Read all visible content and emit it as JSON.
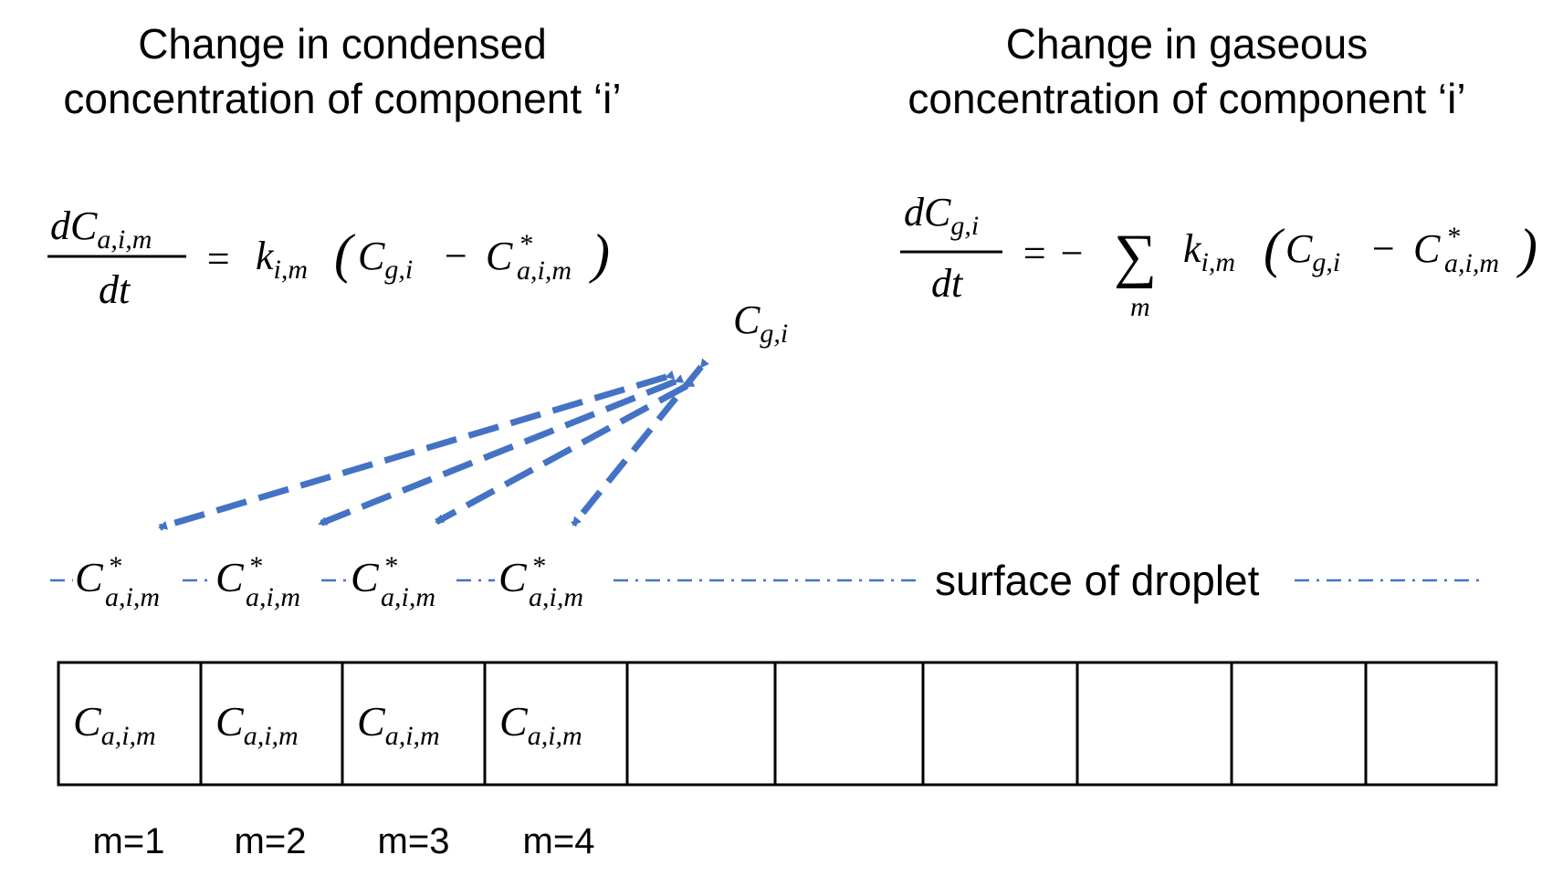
{
  "headings": {
    "left": {
      "line1": "Change in condensed",
      "line2": "concentration of component ‘i’"
    },
    "right": {
      "line1": "Change in gaseous",
      "line2": "concentration of component ‘i’"
    }
  },
  "equations": {
    "condensed": {
      "numerator": "dC",
      "numerator_sub": "a,i,m",
      "denominator": "dt",
      "equals": "=",
      "rate": "k",
      "rate_sub": "i,m",
      "open_paren": "(",
      "gas_conc": "C",
      "gas_sub": "g,i",
      "minus": "−",
      "surface_conc": "C",
      "surface_sup": "*",
      "surface_sub": "a,i,m",
      "close_paren": ")"
    },
    "gaseous": {
      "numerator": "dC",
      "numerator_sub": "g,i",
      "denominator": "dt",
      "equals": "= −",
      "sum": "∑",
      "sum_index": "m",
      "rate": "k",
      "rate_sub": "i,m",
      "open_paren": "(",
      "gas_conc": "C",
      "gas_sub": "g,i",
      "minus": "−",
      "surface_conc": "C",
      "surface_sup": "*",
      "surface_sub": "a,i,m",
      "close_paren": ")"
    }
  },
  "gas_label": {
    "symbol": "C",
    "sub": "g,i"
  },
  "surface_terms": [
    {
      "symbol": "C",
      "sup": "*",
      "sub": "a,i,m"
    },
    {
      "symbol": "C",
      "sup": "*",
      "sub": "a,i,m"
    },
    {
      "symbol": "C",
      "sup": "*",
      "sub": "a,i,m"
    },
    {
      "symbol": "C",
      "sup": "*",
      "sub": "a,i,m"
    }
  ],
  "surface_label": "surface of droplet",
  "shells": [
    {
      "symbol": "C",
      "sub": "a,i,m"
    },
    {
      "symbol": "C",
      "sub": "a,i,m"
    },
    {
      "symbol": "C",
      "sub": "a,i,m"
    },
    {
      "symbol": "C",
      "sub": "a,i,m"
    },
    {
      "symbol": "",
      "sub": ""
    },
    {
      "symbol": "",
      "sub": ""
    },
    {
      "symbol": "",
      "sub": ""
    },
    {
      "symbol": "",
      "sub": ""
    },
    {
      "symbol": "",
      "sub": ""
    },
    {
      "symbol": "",
      "sub": ""
    }
  ],
  "shell_indices": [
    "m=1",
    "m=2",
    "m=3",
    "m=4"
  ],
  "colors": {
    "arrow": "#4472C4",
    "surface_line": "#4472C4",
    "box_border": "#000000"
  }
}
